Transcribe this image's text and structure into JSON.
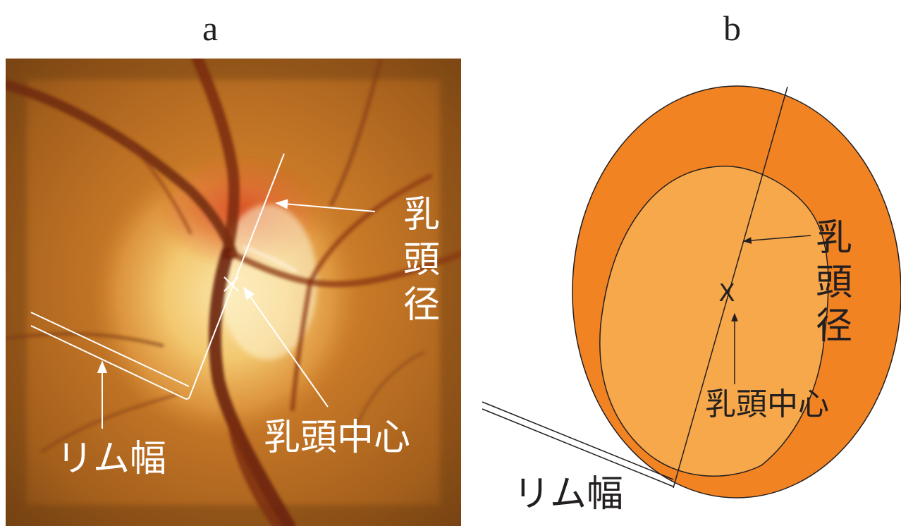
{
  "panels": {
    "a": {
      "letter": "a",
      "labels": {
        "disc_diameter": [
          "乳",
          "頭",
          "径"
        ],
        "disc_center": "乳頭中心",
        "rim_width": "リム幅"
      },
      "center_mark": "×"
    },
    "b": {
      "letter": "b",
      "labels": {
        "disc_diameter": [
          "乳",
          "頭",
          "径"
        ],
        "disc_center": "乳頭中心",
        "rim_width": "リム幅"
      },
      "center_mark": "X"
    }
  },
  "colors": {
    "outer_disc": "#f28323",
    "inner_cup": "#f7a84a",
    "outline": "#231f20",
    "annotation_white": "#ffffff",
    "fundus_base": "#b9691f"
  }
}
